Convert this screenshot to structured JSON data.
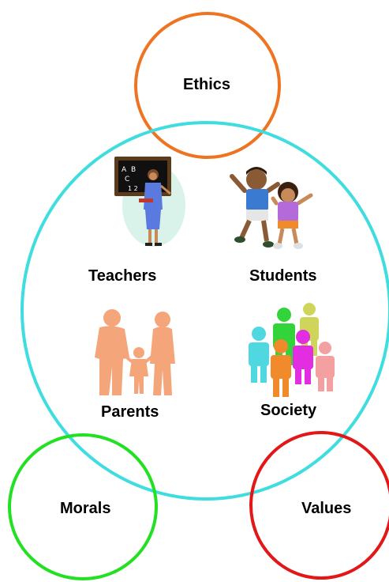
{
  "labels": {
    "ethics": "Ethics",
    "teachers": "Teachers",
    "students": "Students",
    "parents": "Parents",
    "society": "Society",
    "morals": "Morals",
    "values": "Values"
  },
  "colors": {
    "ethics_circle": "#ef7422",
    "main_circle": "#3fdde0",
    "morals_circle": "#22e022",
    "values_circle": "#e21818",
    "parents_figures": "#f5a57a",
    "society_people": [
      "#4fd8e0",
      "#33d43b",
      "#cfd45a",
      "#e22de0",
      "#f08a2a",
      "#f4a0a0"
    ]
  },
  "icons": {
    "teachers": "teacher-at-blackboard-icon",
    "students": "cheering-children-icon",
    "parents": "family-silhouette-icon",
    "society": "group-of-people-icon"
  }
}
